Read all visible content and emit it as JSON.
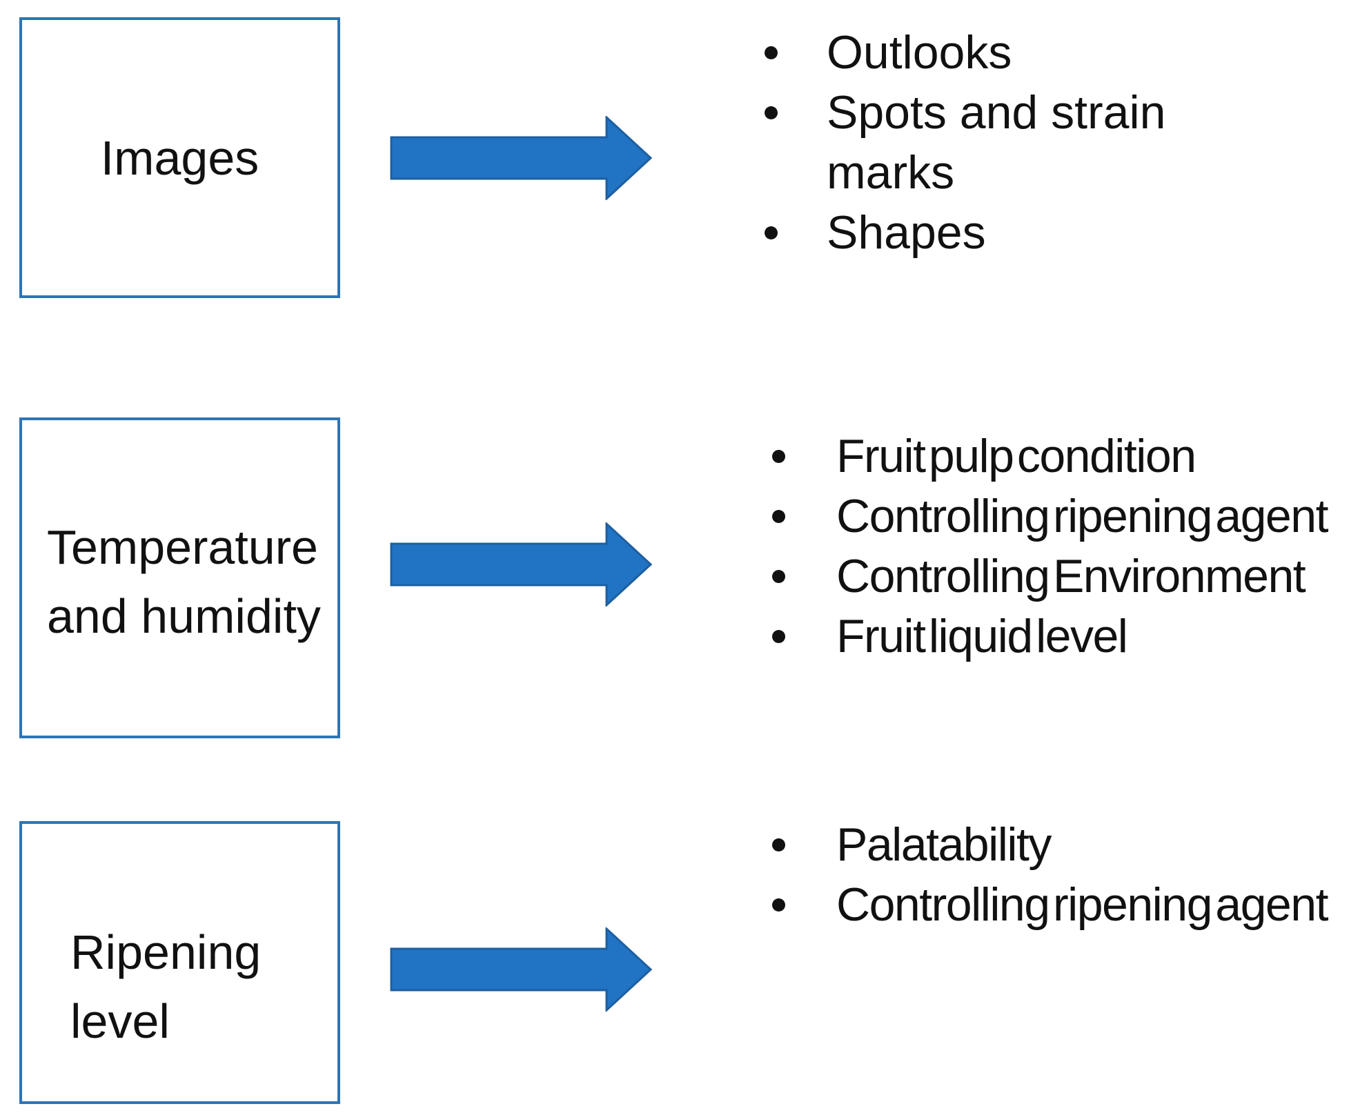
{
  "colors": {
    "arrow_fill": "#2173C4",
    "arrow_stroke": "#1D5FA0",
    "box_border": "#2E74B5",
    "text": "#111111"
  },
  "rows": [
    {
      "box_label": "Images",
      "bullets": [
        "Outlooks",
        "Spots and strain marks",
        "Shapes"
      ]
    },
    {
      "box_label": "Temperature and humidity",
      "bullets": [
        "Fruit pulp condition",
        "Controlling ripening agent",
        "Controlling Environment",
        "Fruit liquid level"
      ]
    },
    {
      "box_label": "Ripening level",
      "bullets": [
        "Palatability",
        "Controlling ripening agent"
      ]
    }
  ]
}
